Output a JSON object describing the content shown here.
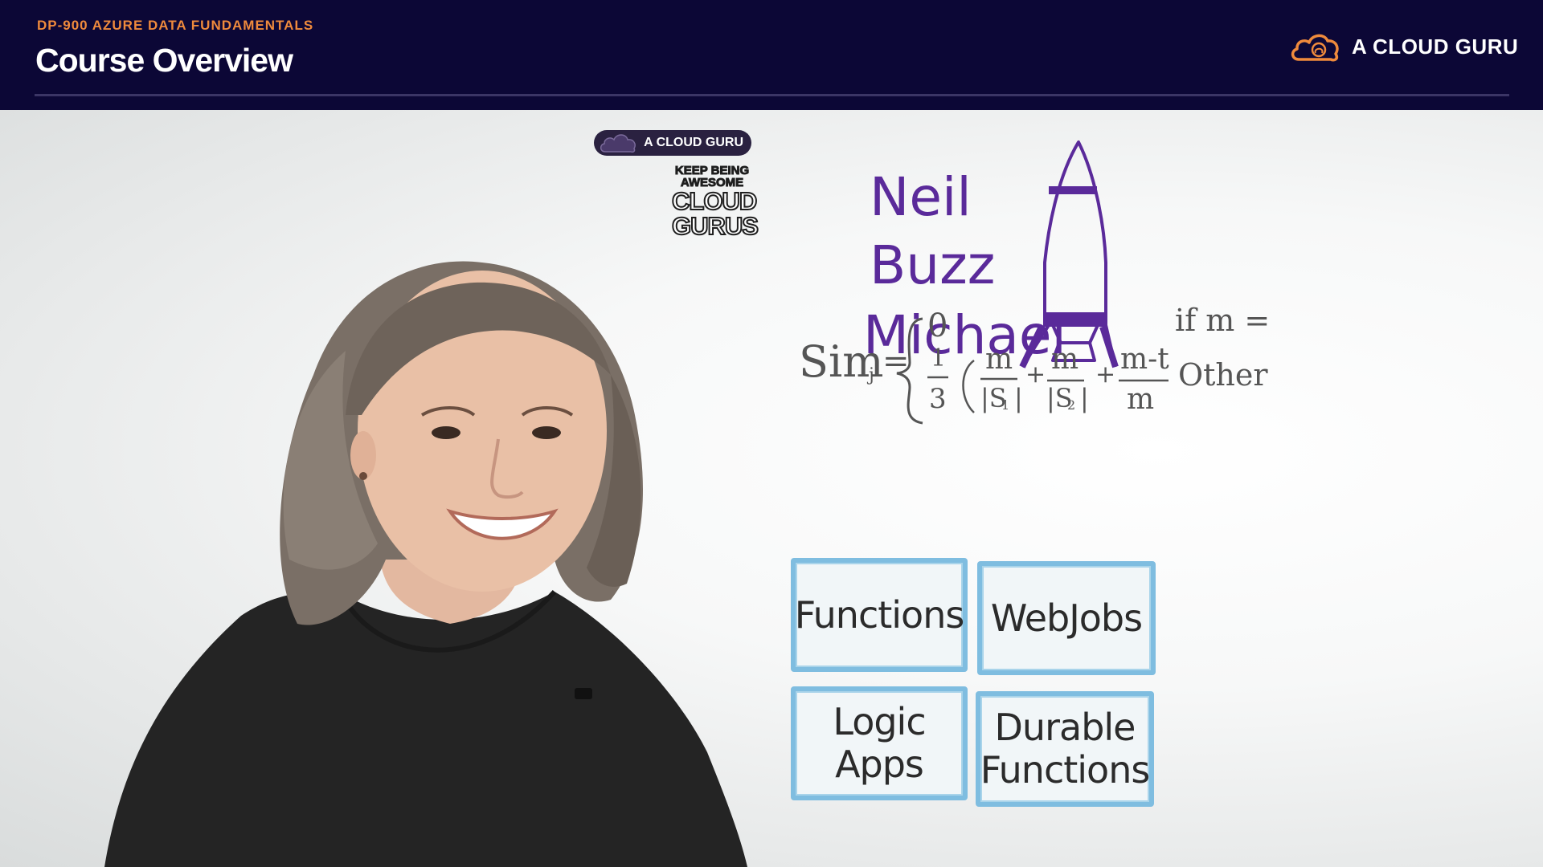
{
  "header": {
    "course_code": "DP-900 AZURE DATA FUNDAMENTALS",
    "title": "Course Overview",
    "brand_name": "A CLOUD GURU",
    "brand_icon": "cloud-logo-icon",
    "accent_color": "#ef8a3c",
    "background_color": "#0c0736"
  },
  "video": {
    "sticker": {
      "brand": "A CLOUD GURU",
      "icon": "cloud-logo-icon"
    },
    "badge": {
      "line1": "KEEP BEING",
      "line2": "AWESOME",
      "line3": "CLOUD",
      "line4": "GURUS"
    },
    "whiteboard": {
      "names": [
        "Neil",
        "Buzz",
        "Michael"
      ],
      "rocket_icon": "rocket-icon",
      "formula": {
        "lhs": "Sim",
        "lhs_sub": "j",
        "case1_value": "0",
        "case1_condition": "if m =",
        "case2_coefficient_num": "1",
        "case2_coefficient_den": "3",
        "term1_num": "m",
        "term1_den": "|S",
        "term1_den_sub": "1",
        "term2_num": "m",
        "term2_den": "|S",
        "term2_den_sub": "2",
        "term3_num": "m-t",
        "term3_den": "m",
        "case2_condition": "Other"
      },
      "cards": [
        {
          "label": "Functions"
        },
        {
          "label": "WebJobs"
        },
        {
          "label": "Logic\nApps"
        },
        {
          "label": "Durable\nFunctions"
        }
      ],
      "card_border_color": "#7fbde0",
      "marker_color": "#5a2a9a"
    }
  }
}
